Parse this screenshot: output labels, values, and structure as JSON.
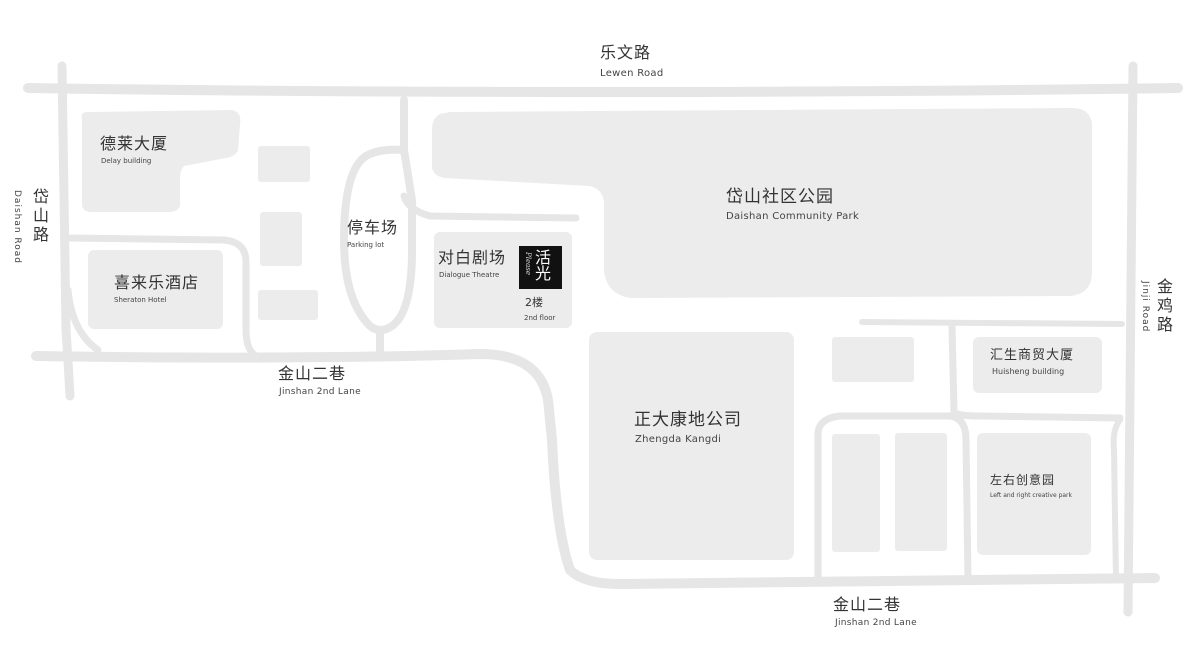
{
  "colors": {
    "road": "#e6e6e6",
    "block": "#ececec",
    "text": "#333333",
    "logo_bg": "#111111"
  },
  "roads": {
    "lewen": {
      "zh": "乐文路",
      "en": "Lewen Road"
    },
    "daishan": {
      "zh": "岱山路",
      "en": "Daishan Road"
    },
    "jinji": {
      "zh": "金鸡路",
      "en": "Jinji Road"
    },
    "jinshan_west": {
      "zh": "金山二巷",
      "en": "Jinshan 2nd Lane"
    },
    "jinshan_south": {
      "zh": "金山二巷",
      "en": "Jinshan 2nd Lane"
    }
  },
  "places": {
    "delay": {
      "zh": "德莱大厦",
      "en": "Delay building"
    },
    "sheraton": {
      "zh": "喜来乐酒店",
      "en": "Sheraton Hotel"
    },
    "parking": {
      "zh": "停车场",
      "en": "Parking lot"
    },
    "theatre": {
      "zh": "对白剧场",
      "en": "Dialogue Theatre",
      "floor_zh": "2楼",
      "floor_en": "2nd floor"
    },
    "park": {
      "zh": "岱山社区公园",
      "en": "Daishan Community Park"
    },
    "zhengda": {
      "zh": "正大康地公司",
      "en": "Zhengda Kangdi"
    },
    "huisheng": {
      "zh": "汇生商贸大厦",
      "en": "Huisheng building"
    },
    "zuoyou": {
      "zh": "左右创意园",
      "en": "Left and right creative park"
    }
  },
  "logo": {
    "icon": "theatre-logo-icon",
    "chars": "活光",
    "signature": "Please"
  }
}
